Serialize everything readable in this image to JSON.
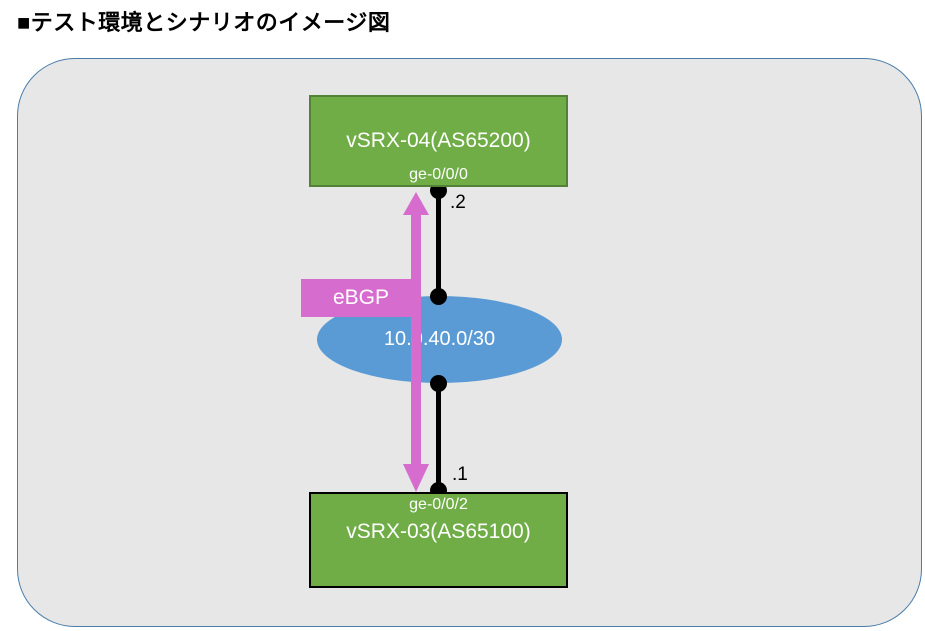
{
  "page": {
    "title": "■テスト環境とシナリオのイメージ図"
  },
  "diagram": {
    "nodes": {
      "vsrx04": {
        "label": "vSRX-04(AS65200)",
        "interface": "ge-0/0/0"
      },
      "vsrx03": {
        "label": "vSRX-03(AS65100)",
        "interface": "ge-0/0/2"
      }
    },
    "network": {
      "subnet": "10.0.40.0/30"
    },
    "links": {
      "top_ip_suffix": ".2",
      "bottom_ip_suffix": ".1"
    },
    "protocol": {
      "label": "eBGP"
    },
    "colors": {
      "node_fill": "#70ad47",
      "node_border_top": "#538135",
      "node_border_bottom": "#000000",
      "network_fill": "#5b9bd5",
      "protocol_fill": "#d76ccf",
      "canvas_fill": "#e7e7e7",
      "canvas_border": "#4a7dab",
      "connector": "#000000",
      "text_on_fill": "#ffffff",
      "text_plain": "#000000"
    }
  }
}
